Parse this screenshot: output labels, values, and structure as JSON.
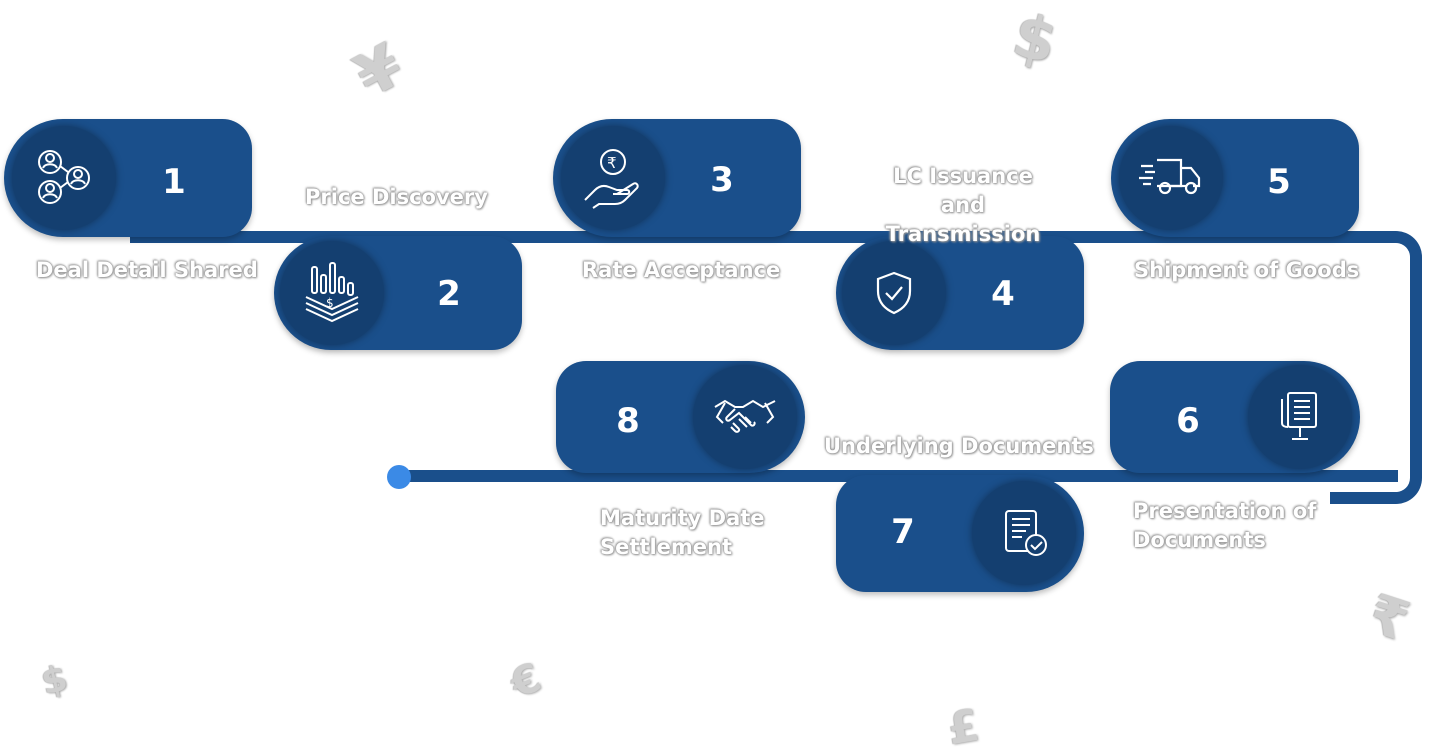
{
  "steps": [
    {
      "number": "1",
      "label": "Deal Detail Shared",
      "icon": "people-network-icon"
    },
    {
      "number": "2",
      "label": "Price Discovery",
      "icon": "money-chart-icon"
    },
    {
      "number": "3",
      "label": "Rate Acceptance",
      "icon": "rupee-hand-icon"
    },
    {
      "number": "4",
      "label": "LC Issuance and Transmission",
      "icon": "shield-check-icon"
    },
    {
      "number": "5",
      "label": "Shipment of Goods",
      "icon": "delivery-truck-icon"
    },
    {
      "number": "6",
      "label": "Presentation of Documents",
      "icon": "document-stand-icon"
    },
    {
      "number": "7",
      "label": "Underlying Documents",
      "icon": "document-check-icon"
    },
    {
      "number": "8",
      "label": "Maturity Date Settlement",
      "icon": "handshake-icon"
    }
  ],
  "label_lines": {
    "step4": [
      "LC Issuance and",
      "Transmission"
    ],
    "step6": [
      "Presentation of",
      "Documents"
    ],
    "step8": [
      "Maturity Date",
      "Settlement"
    ]
  },
  "currency_symbols": [
    "¥",
    "$",
    "₹",
    "$",
    "€",
    "£"
  ],
  "colors": {
    "pill": "#1a4f8b",
    "circle": "#143f70",
    "endpoint": "#3b8ae6",
    "text": "#ffffff"
  }
}
